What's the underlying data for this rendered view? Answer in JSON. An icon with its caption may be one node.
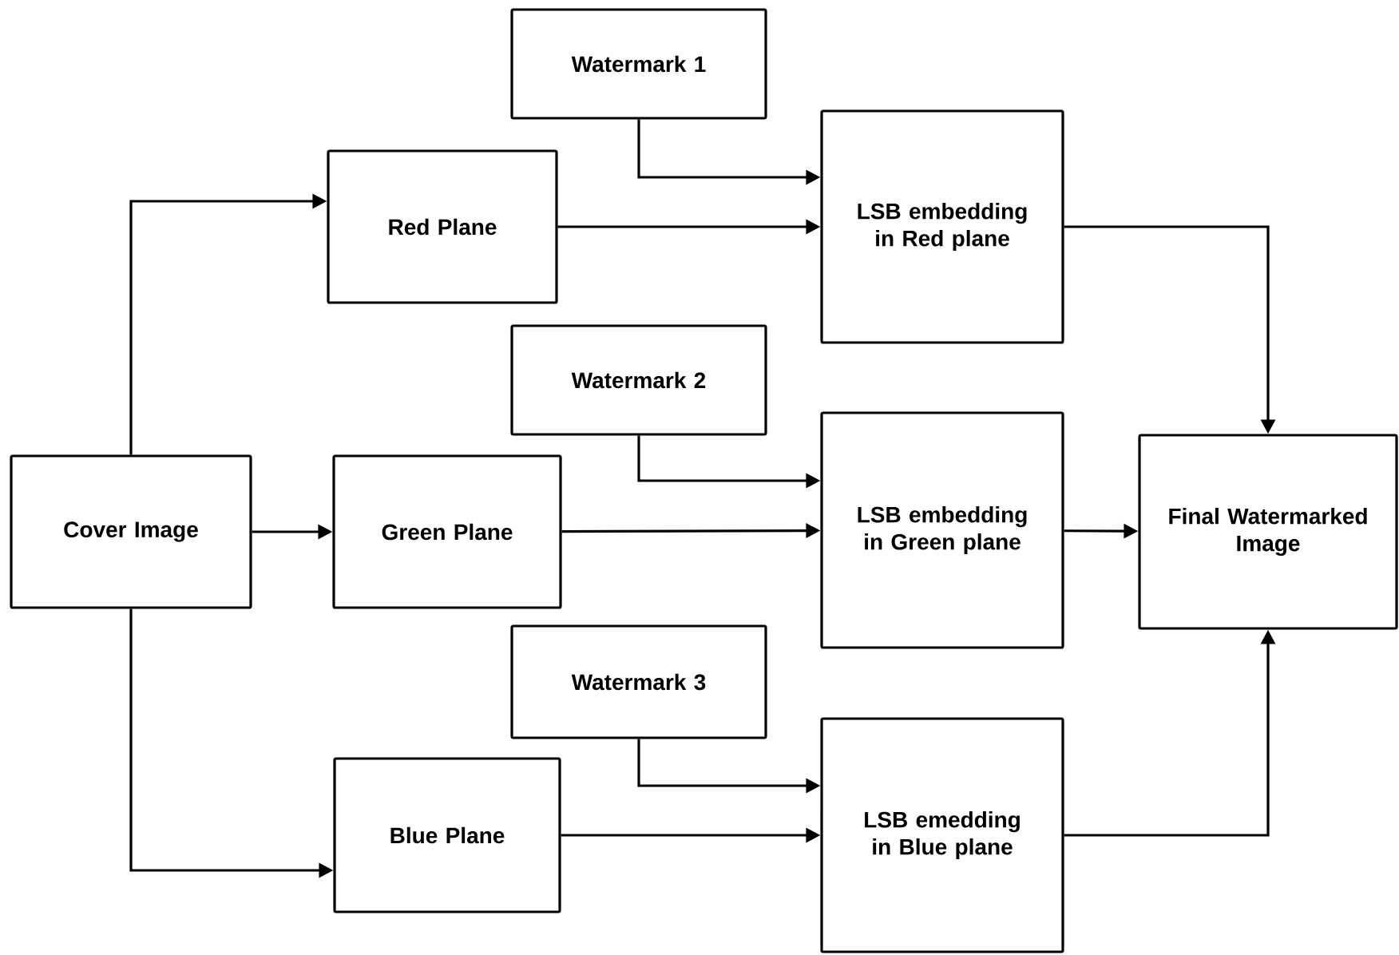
{
  "diagram": {
    "nodes": [
      {
        "text": [
          "Watermark 1"
        ]
      },
      {
        "text": [
          "Red Plane"
        ]
      },
      {
        "text": [
          "LSB embedding in Red plane"
        ]
      },
      {
        "text": [
          "Watermark 2"
        ]
      },
      {
        "text": [
          "Cover Image"
        ]
      },
      {
        "text": [
          "Green Plane"
        ]
      },
      {
        "text": [
          "LSB embedding in Green plane"
        ]
      },
      {
        "text": [
          "Final Watermarked Image"
        ]
      },
      {
        "text": [
          "Watermark 3"
        ]
      },
      {
        "text": [
          "Blue Plane"
        ]
      },
      {
        "text": [
          "LSB emedding in Blue plane"
        ]
      }
    ],
    "edges": [
      {
        "from": 4,
        "to": 1,
        "arrow": "to"
      },
      {
        "from": 4,
        "to": 5,
        "arrow": "to"
      },
      {
        "from": 4,
        "to": 9,
        "arrow": "to"
      },
      {
        "from": 0,
        "to": 2,
        "arrow": "to"
      },
      {
        "from": 1,
        "to": 2,
        "arrow": "to"
      },
      {
        "from": 3,
        "to": 6,
        "arrow": "to"
      },
      {
        "from": 5,
        "to": 6,
        "arrow": "to"
      },
      {
        "from": 8,
        "to": 10,
        "arrow": "to"
      },
      {
        "from": 9,
        "to": 10,
        "arrow": "to"
      },
      {
        "from": 2,
        "to": 7,
        "arrow": "to"
      },
      {
        "from": 6,
        "to": 7,
        "arrow": "to"
      },
      {
        "from": 10,
        "to": 7,
        "arrow": "to"
      }
    ]
  }
}
